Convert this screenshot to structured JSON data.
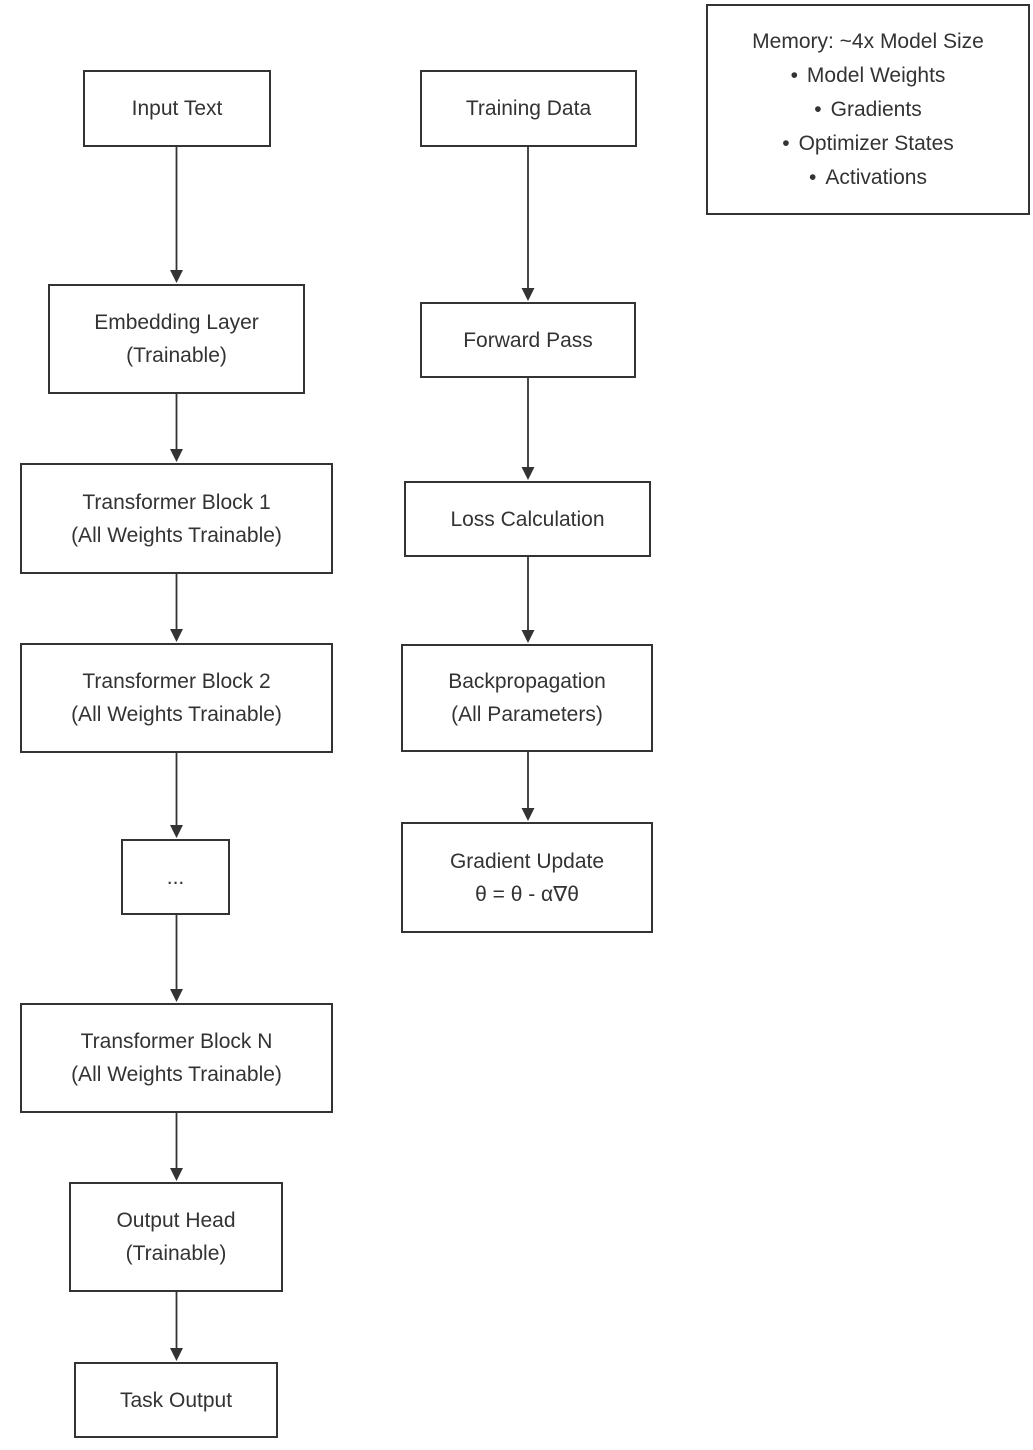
{
  "nodes": {
    "input_text": {
      "line1": "Input Text"
    },
    "embedding_layer": {
      "line1": "Embedding Layer",
      "line2": "(Trainable)"
    },
    "transformer_block_1": {
      "line1": "Transformer Block 1",
      "line2": "(All Weights Trainable)"
    },
    "transformer_block_2": {
      "line1": "Transformer Block 2",
      "line2": "(All Weights Trainable)"
    },
    "ellipsis": {
      "line1": "..."
    },
    "transformer_block_n": {
      "line1": "Transformer Block N",
      "line2": "(All Weights Trainable)"
    },
    "output_head": {
      "line1": "Output Head",
      "line2": "(Trainable)"
    },
    "task_output": {
      "line1": "Task Output"
    },
    "training_data": {
      "line1": "Training Data"
    },
    "forward_pass": {
      "line1": "Forward Pass"
    },
    "loss_calculation": {
      "line1": "Loss Calculation"
    },
    "backpropagation": {
      "line1": "Backpropagation",
      "line2": "(All Parameters)"
    },
    "gradient_update": {
      "line1": "Gradient Update",
      "line2": "θ = θ - α∇θ"
    }
  },
  "memory_note": {
    "title": "Memory: ~4x Model Size",
    "bullet_glyph": "•",
    "bullets": [
      "Model Weights",
      "Gradients",
      "Optimizer States",
      "Activations"
    ]
  },
  "colors": {
    "border": "#333333",
    "text": "#333333",
    "background": "#ffffff",
    "arrow": "#333333"
  }
}
